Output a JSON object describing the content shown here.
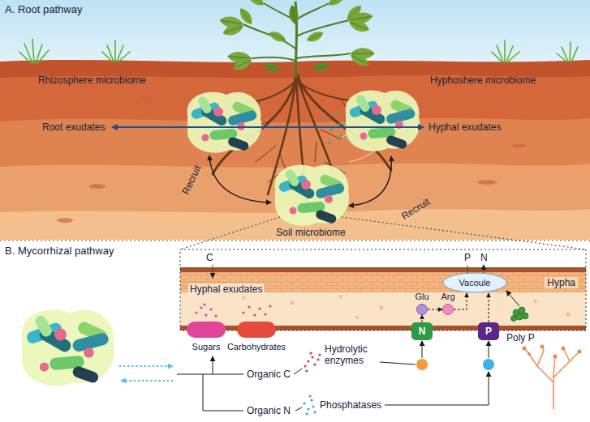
{
  "diagram": {
    "nodes": [
      {
        "text": [
          "Hypha"
        ]
      },
      {
        "text": [
          "Vacoule"
        ],
        "in": 0
      },
      {
        "text": [
          "Glu"
        ],
        "in": 0
      },
      {
        "text": [
          "Arg"
        ],
        "in": 0
      },
      {
        "text": [
          "Sugars"
        ]
      },
      {
        "text": [
          "Carbohydrates"
        ]
      },
      {
        "text": [
          "N"
        ]
      },
      {
        "text": [
          "P"
        ]
      }
    ],
    "edges": [
      {
        "from": 6,
        "to": 2,
        "arrow": "to"
      },
      {
        "from": 2,
        "to": 3,
        "arrow": "to"
      },
      {
        "from": 3,
        "to": 1,
        "arrow": "to"
      },
      {
        "from": 7,
        "to": 1,
        "arrow": "to"
      }
    ],
    "labels": [
      "A. Root pathway",
      "Rhizosphere microbiome",
      "Hyphoshere microbiome",
      "Root exudates",
      "Hyphal exudates",
      "Recruit",
      "Recruit",
      "Soil microbiome",
      "B. Mycorrhizal pathway",
      "C",
      "P",
      "N",
      "Hyphal exudates",
      "Poly P",
      "Organic C",
      "Organic N",
      "Hydrolytic enzymes",
      "Phosphatases"
    ]
  }
}
